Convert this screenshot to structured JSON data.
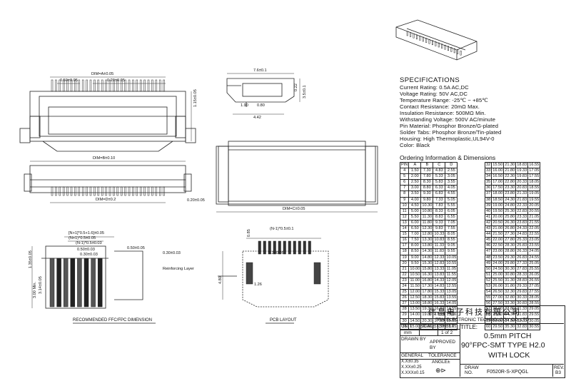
{
  "specs": {
    "title": "SPECIFICATIONS",
    "lines": [
      "Current Rating: 0.5A AC,DC",
      "Voltage Rating: 50V AC,DC",
      "Temperature Range: -25℃ ~ +85℃",
      "Contact Resistance: 20mΩ Max.",
      "Insulation Resistance: 500MΩ Min.",
      "Withstanding Voltage: 500V AC/minute",
      "Pin Material: Phosphor Bronze/G-plated",
      "Solder Tabs: Phosphor Bronze/Tin-plated",
      "Housing: High Thermoplastic,UL94V-0",
      "Color: Black"
    ]
  },
  "order": {
    "title": "Ordering Information & Dimensions",
    "headers": [
      "PIN",
      "A",
      "B",
      "C",
      "D"
    ],
    "left": [
      [
        "4",
        "1.50",
        "7.30",
        "4.83",
        "2.55"
      ],
      [
        "5",
        "2.00",
        "7.80",
        "5.33",
        "3.05"
      ],
      [
        "6",
        "2.50",
        "8.30",
        "5.83",
        "3.55"
      ],
      [
        "7",
        "3.00",
        "8.80",
        "6.33",
        "4.05"
      ],
      [
        "8",
        "3.50",
        "9.30",
        "6.83",
        "4.55"
      ],
      [
        "9",
        "4.00",
        "9.80",
        "7.33",
        "5.05"
      ],
      [
        "10",
        "4.50",
        "10.30",
        "7.83",
        "5.55"
      ],
      [
        "11",
        "5.00",
        "10.80",
        "8.33",
        "6.05"
      ],
      [
        "12",
        "5.50",
        "11.30",
        "8.83",
        "6.55"
      ],
      [
        "13",
        "6.00",
        "11.80",
        "9.33",
        "7.05"
      ],
      [
        "14",
        "6.50",
        "12.30",
        "9.83",
        "7.55"
      ],
      [
        "15",
        "7.00",
        "12.80",
        "10.33",
        "8.05"
      ],
      [
        "16",
        "7.50",
        "13.30",
        "10.83",
        "8.55"
      ],
      [
        "17",
        "8.00",
        "13.80",
        "11.33",
        "9.05"
      ],
      [
        "18",
        "8.50",
        "14.30",
        "11.83",
        "9.55"
      ],
      [
        "19",
        "9.00",
        "14.80",
        "12.33",
        "10.05"
      ],
      [
        "20",
        "9.50",
        "15.30",
        "12.83",
        "10.55"
      ],
      [
        "21",
        "10.00",
        "15.80",
        "13.33",
        "11.05"
      ],
      [
        "22",
        "10.50",
        "16.30",
        "13.83",
        "11.55"
      ],
      [
        "23",
        "11.00",
        "16.80",
        "14.33",
        "12.05"
      ],
      [
        "24",
        "11.50",
        "17.30",
        "14.83",
        "12.55"
      ],
      [
        "25",
        "12.00",
        "17.80",
        "15.33",
        "13.05"
      ],
      [
        "26",
        "12.50",
        "18.30",
        "15.83",
        "13.55"
      ],
      [
        "27",
        "13.00",
        "18.80",
        "16.33",
        "14.05"
      ],
      [
        "28",
        "13.50",
        "19.30",
        "16.83",
        "14.55"
      ],
      [
        "29",
        "14.00",
        "19.80",
        "17.33",
        "15.05"
      ],
      [
        "30",
        "14.50",
        "20.30",
        "17.83",
        "15.55"
      ],
      [
        "31",
        "15.00",
        "20.80",
        "18.33",
        "16.05"
      ]
    ],
    "right": [
      [
        "32",
        "15.50",
        "21.30",
        "18.83",
        "16.55"
      ],
      [
        "33",
        "16.00",
        "21.80",
        "19.33",
        "17.05"
      ],
      [
        "34",
        "16.50",
        "22.30",
        "19.83",
        "17.55"
      ],
      [
        "35",
        "17.00",
        "22.80",
        "20.33",
        "18.05"
      ],
      [
        "36",
        "17.50",
        "23.30",
        "20.83",
        "18.55"
      ],
      [
        "37",
        "18.00",
        "23.80",
        "21.33",
        "19.05"
      ],
      [
        "38",
        "18.50",
        "24.30",
        "21.83",
        "19.55"
      ],
      [
        "39",
        "19.00",
        "24.80",
        "22.33",
        "20.05"
      ],
      [
        "40",
        "19.50",
        "25.30",
        "22.83",
        "20.55"
      ],
      [
        "41",
        "20.00",
        "25.80",
        "23.33",
        "21.05"
      ],
      [
        "42",
        "20.50",
        "26.30",
        "23.83",
        "21.55"
      ],
      [
        "43",
        "21.00",
        "26.80",
        "24.33",
        "22.05"
      ],
      [
        "44",
        "21.50",
        "27.30",
        "24.83",
        "22.55"
      ],
      [
        "45",
        "22.00",
        "27.80",
        "25.33",
        "23.05"
      ],
      [
        "46",
        "22.50",
        "28.30",
        "25.83",
        "23.55"
      ],
      [
        "47",
        "23.00",
        "28.80",
        "26.33",
        "24.05"
      ],
      [
        "48",
        "23.50",
        "29.30",
        "26.83",
        "24.55"
      ],
      [
        "49",
        "24.00",
        "29.80",
        "27.33",
        "25.05"
      ],
      [
        "50",
        "24.50",
        "30.30",
        "27.83",
        "25.55"
      ],
      [
        "51",
        "25.00",
        "30.80",
        "28.33",
        "26.05"
      ],
      [
        "52",
        "25.50",
        "31.30",
        "28.83",
        "26.55"
      ],
      [
        "53",
        "26.00",
        "31.80",
        "29.33",
        "27.05"
      ],
      [
        "54",
        "26.50",
        "32.30",
        "29.83",
        "27.55"
      ],
      [
        "55",
        "27.00",
        "32.80",
        "30.33",
        "28.05"
      ],
      [
        "56",
        "27.50",
        "33.30",
        "30.83",
        "28.55"
      ],
      [
        "57",
        "28.00",
        "33.80",
        "31.33",
        "29.05"
      ],
      [
        "58",
        "28.50",
        "34.30",
        "31.83",
        "29.55"
      ],
      [
        "59",
        "29.00",
        "34.80",
        "32.33",
        "30.05"
      ],
      [
        "60",
        "29.50",
        "35.30",
        "32.83",
        "30.55"
      ]
    ]
  },
  "titleblock": {
    "company_cn": "伟昌电子科技有限公司",
    "company_en": "TRN ELECTRONIC TECHNOLOGY CO.,LTD",
    "unit_label": "UNIT",
    "scale_label": "SCALE",
    "sheet_label": "SHEET",
    "title_label": "TITLE:",
    "unit_value": "mm",
    "sheet_value": "1 of 2",
    "drawn_by": "DRAWN BY",
    "approved_by": "APPROVED BY",
    "general_label": "GENERAL",
    "tolerance_label": "TOLERANCE",
    "angle_label": "ANGLE±",
    "tol1": "X.X±0.35",
    "tol2": "X.XX±0.25",
    "tol3": "X.XXX±0.15",
    "title_l1": "0.5mm PITCH",
    "title_l2": "90°FPC-SMT TYPE H2.0",
    "title_l3": "WITH LOCK",
    "draw_label": "DRAW",
    "no_label": "NO.",
    "draw_no": "F0520R-S-XPQGL",
    "rev_label": "REV.",
    "rev_value": "B3"
  },
  "dims": {
    "dim_a": "DIM=A±0.05",
    "dim_b": "DIM=B±0.10",
    "dim_d": "DIM=D±0.2",
    "dim_c": "DIM=C±0.05",
    "p050": "0.50±0.05",
    "p020": "0.20±0.05",
    "h115": "1.15±0.05",
    "p020b": "0.20±0.05",
    "w760": "7.6±0.1",
    "h022": "0.22",
    "h35": "3.5±0.1",
    "d190": "1.90",
    "d080": "0.80",
    "d442": "4.42",
    "n1": "[N+1]*0.5+1.6]±0.05",
    "n2": "(N+1)*0.5±0.05",
    "n3": "(N-1)*0.5±0.03",
    "r050": "0.50±0.03",
    "r030": "0.30±0.03",
    "r050b": "0.50±0.05",
    "r030b": "0.30±0.03",
    "reinf": "Reinforcing Layer",
    "v135": "1.35±0.05",
    "v300": "3.00 Min.",
    "v314": "3.14±0.05",
    "pcb_n": "(N-1)*0.5±0.1",
    "pcb_03": "0.3±0.05",
    "pcb_085": "0.85",
    "pcb_480": "4.80",
    "pcb_126": "1.26",
    "label_ffc": "RECOMMENDED FFC/FPC DIMENSION",
    "label_pcb": "PCB LAYOUT"
  }
}
